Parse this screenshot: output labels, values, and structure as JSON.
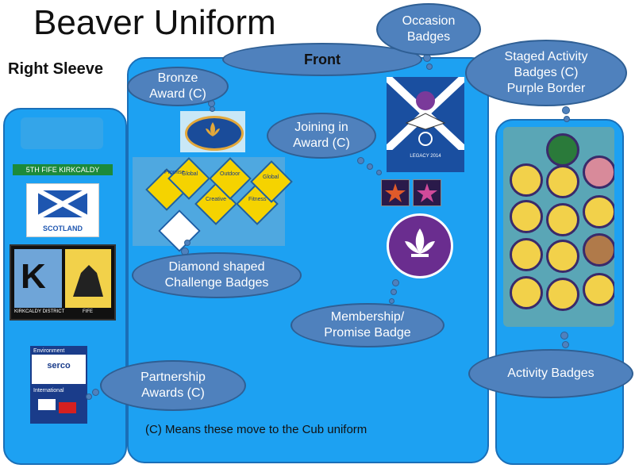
{
  "title": "Beaver Uniform",
  "right_sleeve_label": "Right Sleeve",
  "front_label": "Front",
  "callouts": {
    "occasion": "Occasion\nBadges",
    "staged": "Staged Activity\nBadges (C)\nPurple Border",
    "bronze": "Bronze\nAward (C)",
    "joining": "Joining in\nAward (C)",
    "diamond": "Diamond shaped\nChallenge Badges",
    "membership": "Membership/\nPromise Badge",
    "partnership": "Partnership\nAwards (C)",
    "activity": "Activity Badges"
  },
  "footnote": "(C) Means these move to the Cub uniform",
  "badges": {
    "group_name": "5TH FIFE KIRKCALDY",
    "country": "SCOTLAND",
    "district_left": "KIRKCALDY DISTRICT",
    "district_right": "FIFE",
    "environment": "Environment",
    "international": "International",
    "legacy": "LEGACY 2014",
    "challenge": [
      "Global",
      "Outdoor",
      "Global",
      "Promise",
      "Creative",
      "Fitness"
    ]
  },
  "colors": {
    "panel": "#1da1f2",
    "cloud": "#4f81bd",
    "membership": "#6a2d8f"
  }
}
